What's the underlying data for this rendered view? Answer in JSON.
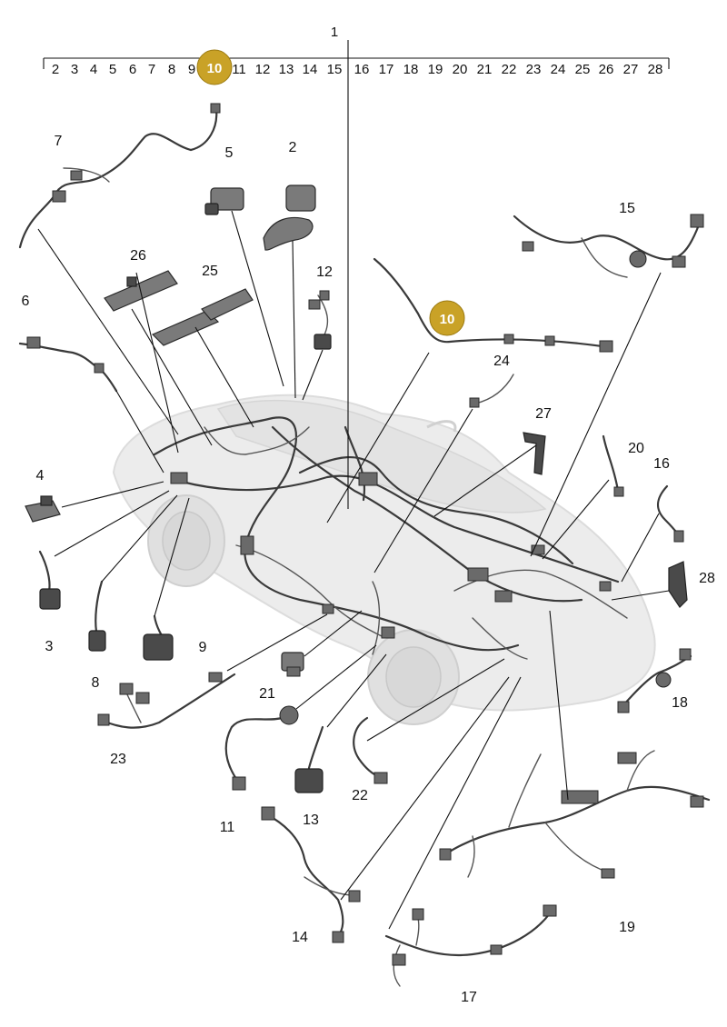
{
  "title_number": "1",
  "scale_numbers": [
    "2",
    "3",
    "4",
    "5",
    "6",
    "7",
    "8",
    "9",
    "10",
    "11",
    "12",
    "13",
    "14",
    "15",
    "16",
    "17",
    "18",
    "19",
    "20",
    "21",
    "22",
    "23",
    "24",
    "25",
    "26",
    "27",
    "28"
  ],
  "highlight_number": "10",
  "highlight_color": "#C9A227",
  "callouts": {
    "c2": "2",
    "c3": "3",
    "c4": "4",
    "c5": "5",
    "c6": "6",
    "c7": "7",
    "c8": "8",
    "c9": "9",
    "c10": "10",
    "c11": "11",
    "c12": "12",
    "c13": "13",
    "c14": "14",
    "c15": "15",
    "c16": "16",
    "c17": "17",
    "c18": "18",
    "c19": "19",
    "c20": "20",
    "c21": "21",
    "c22": "22",
    "c23": "23",
    "c24": "24",
    "c25": "25",
    "c26": "26",
    "c27": "27",
    "c28": "28"
  }
}
